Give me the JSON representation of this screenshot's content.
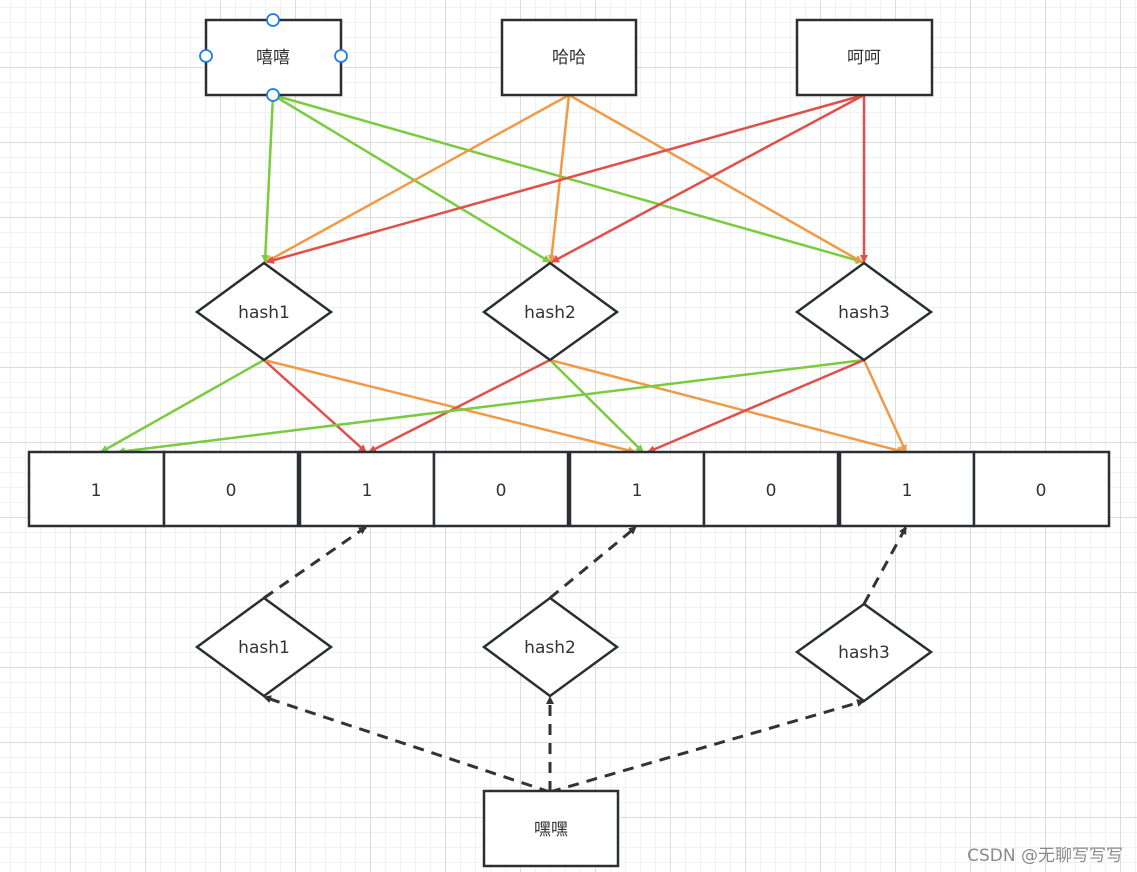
{
  "top_boxes": [
    {
      "id": "xixi",
      "label": "嘻嘻"
    },
    {
      "id": "haha",
      "label": "哈哈"
    },
    {
      "id": "hehe",
      "label": "呵呵"
    }
  ],
  "top_hashes": [
    {
      "id": "h1",
      "label": "hash1"
    },
    {
      "id": "h2",
      "label": "hash2"
    },
    {
      "id": "h3",
      "label": "hash3"
    }
  ],
  "bit_array": [
    "1",
    "0",
    "1",
    "0",
    "1",
    "0",
    "1",
    "0"
  ],
  "bottom_hashes": [
    {
      "id": "b1",
      "label": "hash1"
    },
    {
      "id": "b2",
      "label": "hash2"
    },
    {
      "id": "b3",
      "label": "hash3"
    }
  ],
  "query_box": {
    "label": "嘿嘿"
  },
  "colors": {
    "xixi": "#7acb3f",
    "haha": "#f09a45",
    "hehe": "#e0504a",
    "query": "#333333",
    "stroke": "#2b2f33",
    "selection": "#1f7de6"
  },
  "watermark": "CSDN @无聊写写写"
}
